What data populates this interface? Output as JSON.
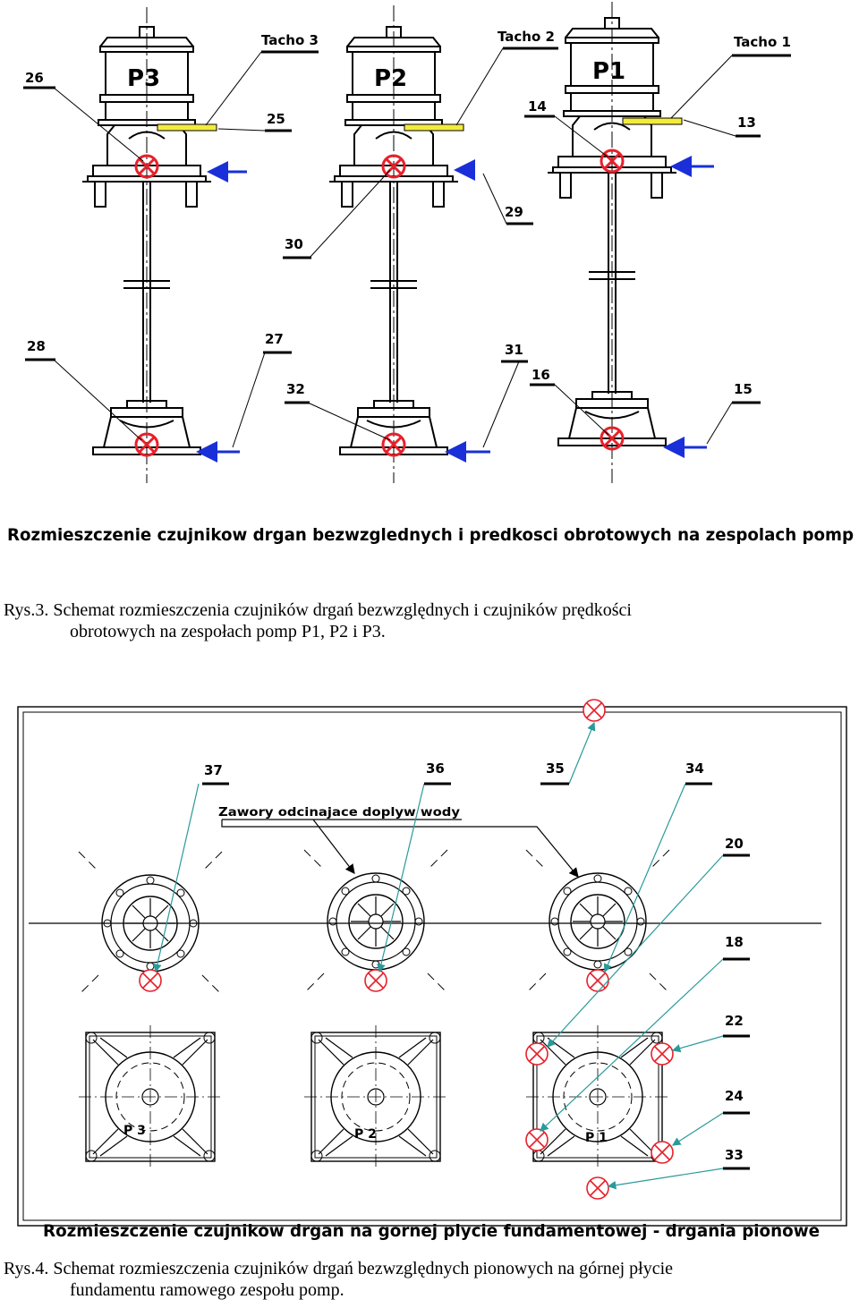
{
  "figure3": {
    "title": "Rozmieszczenie czujnikow drgan bezwzglednych i predkosci obrotowych na zespolach pomp",
    "pumps": [
      "P3",
      "P2",
      "P1"
    ],
    "tacho_labels": [
      "Tacho 3",
      "Tacho 2",
      "Tacho 1"
    ],
    "callouts": {
      "c26": "26",
      "c25": "25",
      "c30": "30",
      "c29": "29",
      "c14": "14",
      "c13": "13",
      "c28": "28",
      "c27": "27",
      "c32": "32",
      "c31": "31",
      "c16": "16",
      "c15": "15"
    },
    "caption_label": "Rys.3.",
    "caption_line1": "Schemat rozmieszczenia czujników drgań bezwzględnych i czujników prędkości",
    "caption_line2": "obrotowych na zespołach pomp P1, P2 i P3."
  },
  "figure4": {
    "title": "Rozmieszczenie czujnikow drgan na gornej plycie fundamentowej - drgania pionowe",
    "valves_note": "Zawory odcinajace doplyw wody",
    "pumps": [
      "P 3",
      "P 2",
      "P 1"
    ],
    "callouts": {
      "c37": "37",
      "c36": "36",
      "c35": "35",
      "c34": "34",
      "c20": "20",
      "c18": "18",
      "c22": "22",
      "c24": "24",
      "c33": "33"
    },
    "caption_label": "Rys.4.",
    "caption_line1": "Schemat rozmieszczenia czujników drgań bezwzględnych pionowych na górnej płycie",
    "caption_line2": "fundamentu ramowego zespołu pomp."
  },
  "colors": {
    "sensor": "#e8202a",
    "arrow": "#1a2fd8",
    "tacho": "#f4ec3a",
    "leader": "#2a9a9a"
  }
}
